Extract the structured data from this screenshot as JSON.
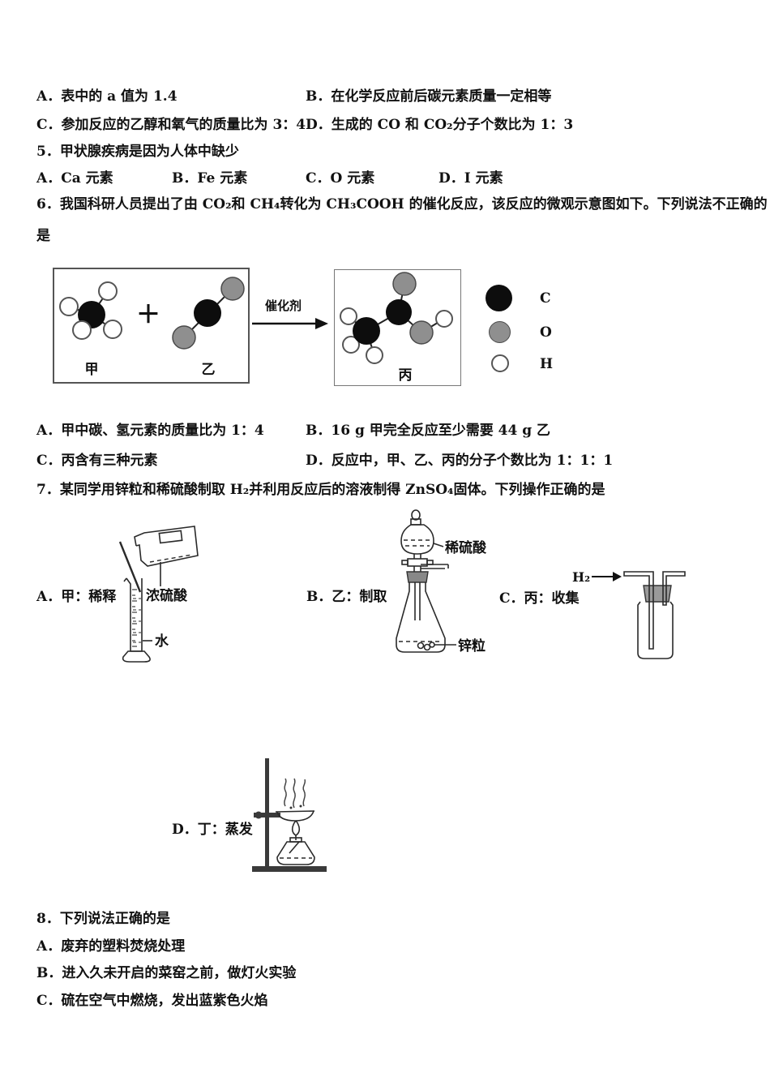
{
  "q4cont": {
    "option_a": "A．表中的 a 值为 1.4",
    "option_b": "B．在化学反应前后碳元素质量一定相等",
    "option_c": "C．参加反应的乙醇和氧气的质量比为 3：4",
    "option_d": "D．生成的 CO 和 CO₂分子个数比为 1：3"
  },
  "q5": {
    "stem": "5．甲状腺疾病是因为人体中缺少",
    "option_a": "A．Ca 元素",
    "option_b": "B．Fe 元素",
    "option_c": "C．O 元素",
    "option_d": "D．I 元素"
  },
  "q6": {
    "stem_line1": "6．我国科研人员提出了由 CO₂和 CH₄转化为 CH₃COOH 的催化反应，该反应的微观示意图如下。下列说法不正确的",
    "stem_line2": "是",
    "diagram": {
      "reactant_box": {
        "label_left": "甲",
        "label_right": "乙",
        "plus": "＋"
      },
      "arrow_label": "催化剂",
      "product_box": {
        "label": "丙"
      },
      "legend": [
        {
          "symbol": "C",
          "color": "#0d0d0d"
        },
        {
          "symbol": "O",
          "color": "#8f8f8f"
        },
        {
          "symbol": "H",
          "color": "#ffffff"
        }
      ]
    },
    "option_a": "A．甲中碳、氢元素的质量比为 1：4",
    "option_b": "B．16 g 甲完全反应至少需要 44 g 乙",
    "option_c": "C．丙含有三种元素",
    "option_d": "D．反应中，甲、乙、丙的分子个数比为 1：1：1"
  },
  "q7": {
    "stem": "7．某同学用锌粒和稀硫酸制取 H₂并利用反应后的溶液制得 ZnSO₄固体。下列操作正确的是",
    "option_a": "A．甲：稀释",
    "option_b": "B．乙：制取",
    "option_c": "C．丙：收集",
    "option_d": "D．丁：蒸发",
    "apparatus_labels": {
      "concentrated_sulfuric_acid": "浓硫酸",
      "water": "水",
      "dilute_sulfuric_acid": "稀硫酸",
      "zinc_granules": "锌粒",
      "hydrogen": "H₂"
    }
  },
  "q8": {
    "stem": "8．下列说法正确的是",
    "option_a": "A．废弃的塑料焚烧处理",
    "option_b": "B．进入久未开启的菜窑之前，做灯火实验",
    "option_c": "C．硫在空气中燃烧，发出蓝紫色火焰"
  }
}
